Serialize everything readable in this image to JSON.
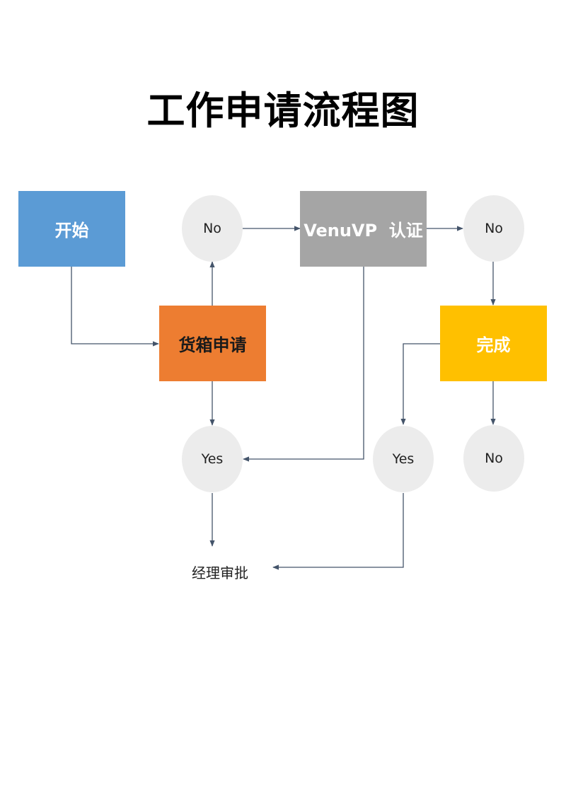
{
  "title": "工作申请流程图",
  "colors": {
    "start": "#5b9bd5",
    "apply": "#ed7d31",
    "verify": "#a5a5a5",
    "done": "#ffc000",
    "oval": "#ececec",
    "connector": "#44546a"
  },
  "nodes": {
    "start": "开始",
    "apply": "货箱申请",
    "verify": "VenuVP  认证",
    "done": "完成",
    "no_top_left": "No",
    "no_top_right": "No",
    "no_bottom_right": "No",
    "yes_left": "Yes",
    "yes_middle": "Yes",
    "approval": "经理审批"
  }
}
